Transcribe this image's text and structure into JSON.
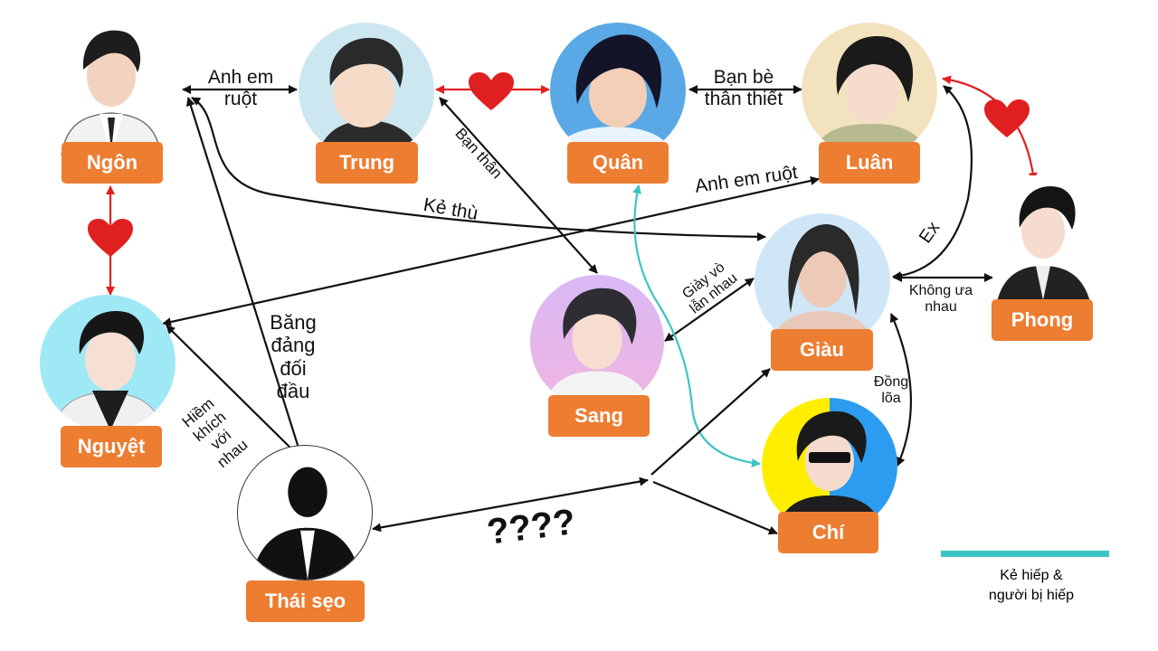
{
  "colors": {
    "name_box": "#ed7d31",
    "arrow": "#111111",
    "love": "#e02020",
    "bully": "#3cc4c4"
  },
  "characters": {
    "ngon": "Ngôn",
    "trung": "Trung",
    "quan": "Quân",
    "luan": "Luân",
    "nguyet": "Nguyệt",
    "sang": "Sang",
    "giau": "Giàu",
    "phong": "Phong",
    "chi": "Chí",
    "thai": "Thái sẹo"
  },
  "relations": {
    "ngon_trung": "Anh em\nruột",
    "quan_luan": "Bạn bè\nthân thiết",
    "trung_sang": "Bạn thân",
    "luan_nguyet": "Anh em ruột",
    "ngon_giau": "Kẻ thù",
    "ngon_thai": "Băng\nđảng\nđối\nđầu",
    "nguyet_thai": "Hiềm\nkhích\nvới\nnhau",
    "giau_sang": "Giày vò\nlẫn nhau",
    "luan_giau": "Ex",
    "giau_phong": "Không ưa\nnhau",
    "giau_chi": "Đồng\nlõa",
    "thai_chi": "????"
  },
  "legend": {
    "text": "Kẻ hiếp &\nngười bị hiếp"
  }
}
